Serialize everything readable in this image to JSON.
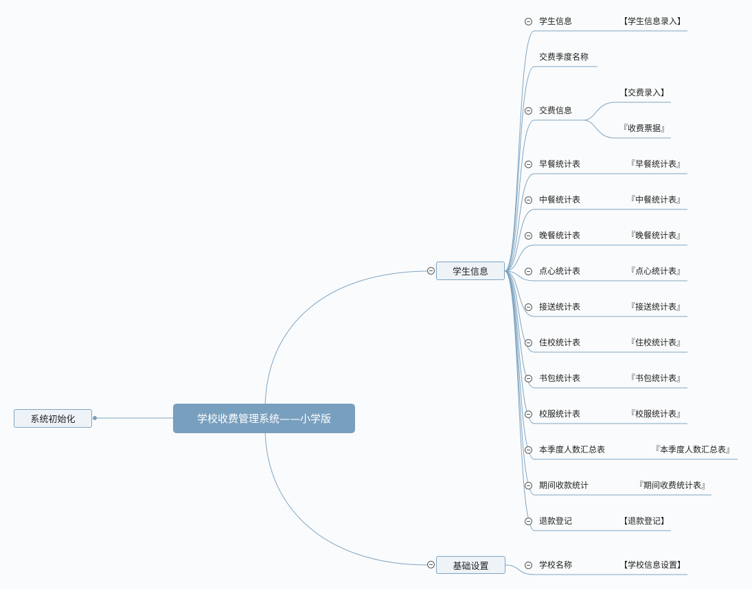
{
  "root": {
    "label": "学校收费管理系统——小学版"
  },
  "left_node": {
    "label": "系统初始化"
  },
  "branch_student": {
    "label": "学生信息",
    "items": [
      {
        "label": "学生信息",
        "report": "【学生信息录入】"
      },
      {
        "label": "交费季度名称"
      },
      {
        "label": "交费信息",
        "subs": [
          "【交费录入】",
          "『收费票据』"
        ]
      },
      {
        "label": "早餐统计表",
        "report": "『早餐统计表』"
      },
      {
        "label": "中餐统计表",
        "report": "『中餐统计表』"
      },
      {
        "label": "晚餐统计表",
        "report": "『晚餐统计表』"
      },
      {
        "label": "点心统计表",
        "report": "『点心统计表』"
      },
      {
        "label": "接送统计表",
        "report": "『接送统计表』"
      },
      {
        "label": "住校统计表",
        "report": "『住校统计表』"
      },
      {
        "label": "书包统计表",
        "report": "『书包统计表』"
      },
      {
        "label": "校服统计表",
        "report": "『校服统计表』"
      },
      {
        "label": "本季度人数汇总表",
        "report": "『本季度人数汇总表』"
      },
      {
        "label": "期间收款统计",
        "report": "『期间收费统计表』"
      },
      {
        "label": "退款登记",
        "report": "【退款登记】"
      }
    ]
  },
  "branch_settings": {
    "label": "基础设置",
    "items": [
      {
        "label": "学校名称",
        "report": "【学校信息设置】"
      }
    ]
  },
  "colors": {
    "line": "#7da4c2",
    "root_fill": "#789fbe",
    "node_fill": "#eef3f8"
  }
}
